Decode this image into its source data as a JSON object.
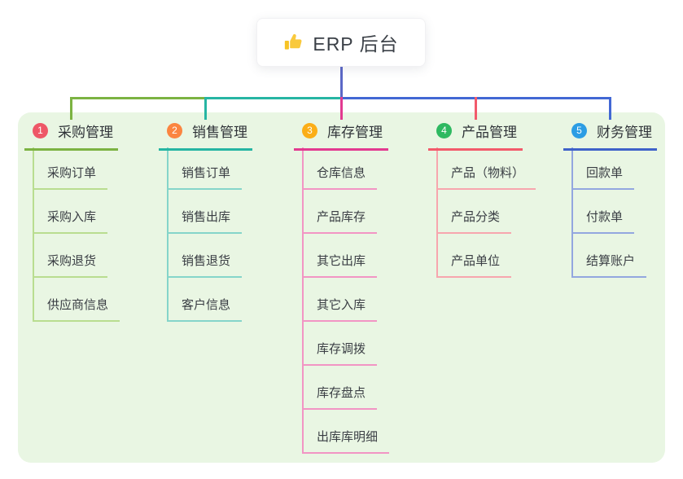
{
  "root": {
    "label": "ERP 后台",
    "icon": "thumbs-up"
  },
  "canvas": {
    "background": "#ffffff",
    "panel_color": "#e9f6e3"
  },
  "connectors": {
    "stem_color": "#5b68c7",
    "segment_colors": [
      "#7cb342",
      "#26b5a3",
      "#4268d4"
    ],
    "drop_colors": [
      "#7cb342",
      "#26b5a3",
      "#e23a90",
      "#f25a6b",
      "#4268d4"
    ]
  },
  "branches": [
    {
      "index": "1",
      "label": "采购管理",
      "badge_color": "#ee5767",
      "line_color": "#7cb342",
      "light_color": "#b9dd90",
      "items": [
        "采购订单",
        "采购入库",
        "采购退货",
        "供应商信息"
      ]
    },
    {
      "index": "2",
      "label": "销售管理",
      "badge_color": "#fb8540",
      "line_color": "#26b5a3",
      "light_color": "#85d5ca",
      "items": [
        "销售订单",
        "销售出库",
        "销售退货",
        "客户信息"
      ]
    },
    {
      "index": "3",
      "label": "库存管理",
      "badge_color": "#fbae17",
      "line_color": "#e23a90",
      "light_color": "#f295c4",
      "items": [
        "仓库信息",
        "产品库存",
        "其它出库",
        "其它入库",
        "库存调拨",
        "库存盘点",
        "出库库明细"
      ]
    },
    {
      "index": "4",
      "label": "产品管理",
      "badge_color": "#2eb961",
      "line_color": "#f25a6b",
      "light_color": "#f7a6ae",
      "items": [
        "产品（物料）",
        "产品分类",
        "产品单位"
      ]
    },
    {
      "index": "5",
      "label": "财务管理",
      "badge_color": "#2c9de4",
      "line_color": "#3f62c9",
      "light_color": "#93a7df",
      "items": [
        "回款单",
        "付款单",
        "结算账户"
      ]
    }
  ]
}
